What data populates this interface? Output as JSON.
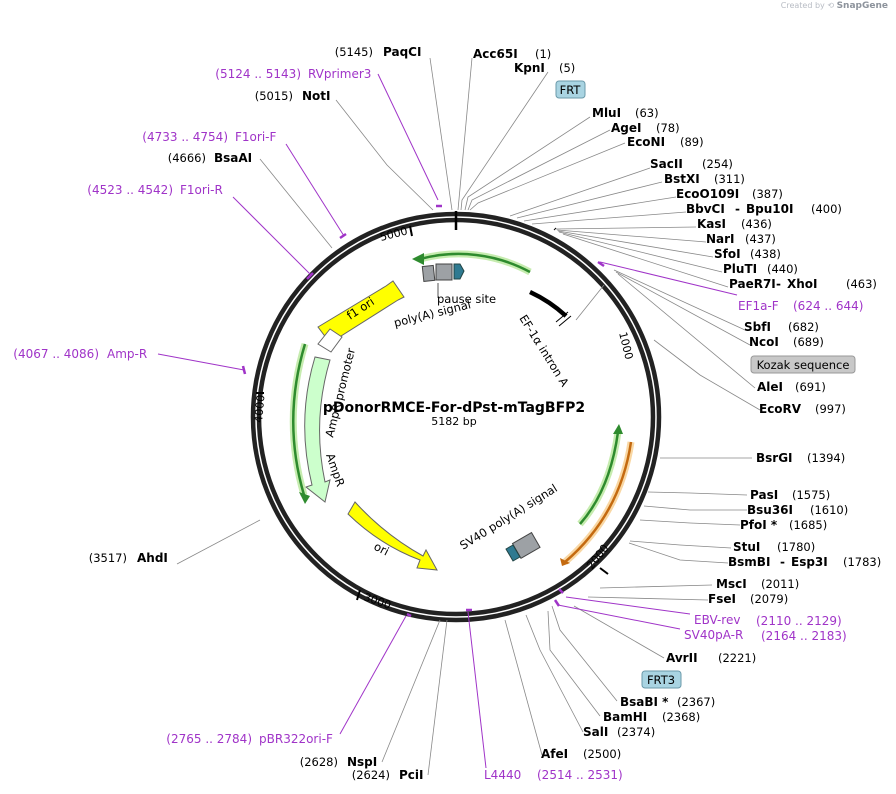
{
  "watermark": {
    "created_by": "Created by",
    "brand": "SnapGene"
  },
  "plasmid": {
    "name": "pDonorRMCE-For-dPst-mTagBFP2",
    "size": "5182 bp"
  },
  "ticks": [
    "1000",
    "2000",
    "3000",
    "4000",
    "5000"
  ],
  "sites": [
    {
      "name": "PaqCI",
      "pos": "(5145)"
    },
    {
      "name": "NotI",
      "pos": "(5015)"
    },
    {
      "name": "BsaAI",
      "pos": "(4666)"
    },
    {
      "name": "AhdI",
      "pos": "(3517)"
    },
    {
      "name": "Acc65I",
      "pos": "(1)"
    },
    {
      "name": "KpnI",
      "pos": "(5)"
    },
    {
      "name": "MluI",
      "pos": "(63)"
    },
    {
      "name": "AgeI",
      "pos": "(78)"
    },
    {
      "name": "EcoNI",
      "pos": "(89)"
    },
    {
      "name": "SacII",
      "pos": "(254)"
    },
    {
      "name": "BstXI",
      "pos": "(311)"
    },
    {
      "name": "EcoO109I",
      "pos": "(387)"
    },
    {
      "name": "BbvCI",
      "name2": "Bpu10I",
      "pos": "(400)"
    },
    {
      "name": "KasI",
      "pos": "(436)"
    },
    {
      "name": "NarI",
      "pos": "(437)"
    },
    {
      "name": "SfoI",
      "pos": "(438)"
    },
    {
      "name": "PluTI",
      "pos": "(440)"
    },
    {
      "name": "PaeR7I",
      "name2": "XhoI",
      "pos": "(463)"
    },
    {
      "name": "SbfI",
      "pos": "(682)"
    },
    {
      "name": "NcoI",
      "pos": "(689)"
    },
    {
      "name": "AleI",
      "pos": "(691)"
    },
    {
      "name": "EcoRV",
      "pos": "(997)"
    },
    {
      "name": "BsrGI",
      "pos": "(1394)"
    },
    {
      "name": "PasI",
      "pos": "(1575)"
    },
    {
      "name": "Bsu36I",
      "pos": "(1610)"
    },
    {
      "name": "PfoI *",
      "pos": "(1685)"
    },
    {
      "name": "StuI",
      "pos": "(1780)"
    },
    {
      "name": "BsmBI",
      "name2": "Esp3I",
      "pos": "(1783)"
    },
    {
      "name": "MscI",
      "pos": "(2011)"
    },
    {
      "name": "FseI",
      "pos": "(2079)"
    },
    {
      "name": "AvrII",
      "pos": "(2221)"
    },
    {
      "name": "BsaBI *",
      "pos": "(2367)"
    },
    {
      "name": "BamHI",
      "pos": "(2368)"
    },
    {
      "name": "SalI",
      "pos": "(2374)"
    },
    {
      "name": "AfeI",
      "pos": "(2500)"
    },
    {
      "name": "NspI",
      "pos": "(2628)"
    },
    {
      "name": "PciI",
      "pos": "(2624)"
    }
  ],
  "primers": [
    {
      "name": "RVprimer3",
      "range": "(5124 .. 5143)"
    },
    {
      "name": "F1ori-F",
      "range": "(4733 .. 4754)"
    },
    {
      "name": "F1ori-R",
      "range": "(4523 .. 4542)"
    },
    {
      "name": "Amp-R",
      "range": "(4067 .. 4086)"
    },
    {
      "name": "EF1a-F",
      "range": "(624 .. 644)"
    },
    {
      "name": "EBV-rev",
      "range": "(2110 .. 2129)"
    },
    {
      "name": "SV40pA-R",
      "range": "(2164 .. 2183)"
    },
    {
      "name": "pBR322ori-F",
      "range": "(2765 .. 2784)"
    },
    {
      "name": "L4440",
      "range": "(2514 .. 2531)"
    }
  ],
  "boxed_features": [
    "FRT",
    "Kozak sequence",
    "FRT3"
  ],
  "features": [
    {
      "name": "pause site"
    },
    {
      "name": "poly(A) signal"
    },
    {
      "name": "EF-1α intron A"
    },
    {
      "name": "f1 ori"
    },
    {
      "name": "AmpR promoter"
    },
    {
      "name": "AmpR"
    },
    {
      "name": "ori"
    },
    {
      "name": "SV40 poly(A) signal"
    }
  ],
  "colors": {
    "primer": "#a034c8",
    "f1ori": "#ffff00",
    "ori": "#ffff00",
    "ampr": "#ccffcc",
    "green_arrow": "#2e8b2e",
    "orange_arrow": "#c46a10",
    "polyA_box": "#999999",
    "teal": "#2f7a91",
    "frt_box": "#a9d4e2",
    "kozak_box": "#c8c8c8"
  }
}
